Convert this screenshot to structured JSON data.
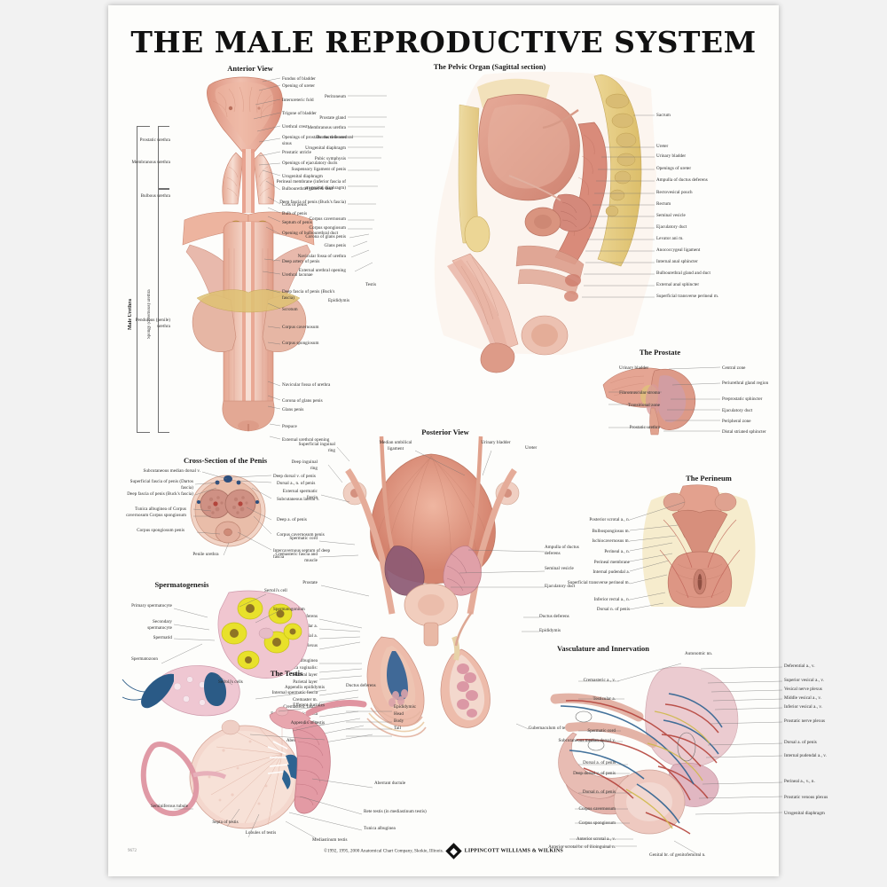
{
  "poster": {
    "title": "THE MALE REPRODUCTIVE SYSTEM",
    "footer_copyright": "©1992, 1995, 2000 Anatomical Chart Company, Skokie, Illinois.",
    "footer_publisher": "LIPPINCOTT WILLIAMS & WILKINS",
    "catalog_code": "9672"
  },
  "panels": {
    "anterior_view": {
      "title": "Anterior View",
      "right_labels": [
        "Fundus of bladder",
        "Opening of ureter",
        "Interureteric fold",
        "Trigone of bladder",
        "Urethral crest",
        "Openings of prostatic ducts in urethral sinus",
        "Prostatic utricle",
        "Openings of ejaculatory ducts",
        "Urogenital diaphragm",
        "Bulbourethral gland & duct",
        "Crus of penis",
        "Bulb of penis",
        "Septum of penis",
        "Opening of bulbourethral duct",
        "Deep artery of penis",
        "Urethral lacunae",
        "Deep fascia of penis (Buck's fascia)",
        "Scrotum",
        "Corpus cavernosum",
        "Corpus spongiosum",
        "Navicular fossa of urethra",
        "Corona of glans penis",
        "Glans penis",
        "Prepuce",
        "External urethral opening"
      ],
      "bracket_main": "Male Urethra",
      "left_labels": [
        "Prostatic urethra",
        "Membranous urethra",
        "Bulbous urethra",
        "Spongy (cavernous) urethra",
        "Pendulous (penile) urethra"
      ]
    },
    "pelvic_organ": {
      "title": "The Pelvic Organ (Sagittal section)",
      "left_labels": [
        "Peritoneum",
        "Prostate gland",
        "Membranous urethra",
        "Ductus deferens",
        "Urogenital diaphragm",
        "Pubic symphysis",
        "Suspensory ligament of penis",
        "Perineal membrane (inferior fascia of urogenital diaphragm)",
        "Deep fascia of penis (Buck's fascia)",
        "Corpus cavernosum",
        "Corpus spongiosum",
        "Corona of glans penis",
        "Glans penis",
        "Navicular fossa of urethra",
        "External urethral opening"
      ],
      "right_labels": [
        "Sacrum",
        "Ureter",
        "Urinary bladder",
        "Openings of ureter",
        "Ampulla of ductus deferens",
        "Rectovesical pouch",
        "Rectum",
        "Seminal vesicle",
        "Ejaculatory duct",
        "Levator ani m.",
        "Anococcygeal ligament",
        "Internal anal sphincter",
        "Bulbourethral gland and duct",
        "External anal sphincter",
        "Superficial transverse perineal m."
      ],
      "inline_labels": [
        "Testis",
        "Epididymis"
      ]
    },
    "prostate": {
      "title": "The Prostate",
      "left_labels": [
        "Fibromuscular stroma",
        "Transitional zone",
        "Prostatic urethra"
      ],
      "inline_labels": [
        "Urinary bladder"
      ],
      "right_labels": [
        "Central zone",
        "Periurethral gland region",
        "Preprostatic sphincter",
        "Ejaculatory duct",
        "Peripheral zone",
        "Distal striated sphincter"
      ]
    },
    "cross_section": {
      "title": "Cross-Section of the Penis",
      "left_labels": [
        "Subcutaneous median dorsal v.",
        "Superficial fascia of penis (Dartos fascia)",
        "Deep fascia of penis (Buck's fascia)",
        "Tunica albuginea of Corpus cavernosum Corpus spongiosum",
        "Corpus spongiosum penis",
        "Penile urethra"
      ],
      "right_labels": [
        "Deep dorsal v. of penis",
        "Dorsal a., n. of penis",
        "Subcutaneous lateral v.",
        "Deep a. of penis",
        "Corpus cavernosum penis",
        "Intercavernous septum of deep fascia"
      ]
    },
    "posterior_view": {
      "title": "Posterior View",
      "top_labels": [
        "Median umbilical ligament",
        "Urinary bladder",
        "Ureter",
        "Superficial inguinal ring"
      ],
      "left_labels": [
        "Deep inguinal ring",
        "External spermatic fascia",
        "Spermatic cord",
        "Cremasteric fascia and muscle",
        "Prostate",
        "Ductus deferens",
        "Testicular a.",
        "Deferential a.",
        "Pampiniform plexus",
        "Tunica albuginea",
        "Tunica vaginalis:",
        "Visceral layer",
        "Parietal layer",
        "Internal spermatic fascia",
        "Cremaster m.",
        "Cremasteric fascia",
        "External spermatic fascia",
        "Dartos fascia",
        "Skin",
        "Aberrant ductule"
      ],
      "right_labels": [
        "Ampulla of ductus deferens",
        "Seminal vesicle",
        "Ejaculatory duct",
        "Ductus deferens",
        "Epididymis",
        "Gubernaculum of testis"
      ]
    },
    "perineum": {
      "title": "The Perineum",
      "left_labels": [
        "Posterior scrotal a., n.",
        "Bulbospongiosus m.",
        "Ischiocavernosus m.",
        "Perineal a., n.",
        "Perineal membrane",
        "Internal pudendal a.",
        "Superficial transverse perineal m.",
        "Inferior rectal a., n.",
        "Dorsal n. of penis"
      ]
    },
    "spermatogenesis": {
      "title": "Spermatogenesis",
      "left_labels": [
        "Primary spermatocyte",
        "Secondary spermatocyte",
        "Spermatid",
        "Spermatozoon"
      ],
      "right_labels": [
        "Sertoli's cell",
        "Spermatogonium",
        "Sertoli's cells"
      ]
    },
    "testis": {
      "title": "The Testis",
      "left_labels": [
        "Appendix epididymis",
        "Efferent ductules",
        "Appendix of testis",
        "Seminiferous tubule",
        "Septa of testis",
        "Lobules of testis"
      ],
      "top_labels": [
        "Ductus deferens"
      ],
      "right_labels": [
        "Epididymis:",
        "Head",
        "Body",
        "Tail",
        "Aberrant ductule",
        "Rete testis (in mediastinum testis)",
        "Tunica albuginea",
        "Mediastinum testis"
      ]
    },
    "vasculature": {
      "title": "Vasculature and Innervation",
      "top_labels": [
        "Autonomic nn."
      ],
      "left_labels": [
        "Cremasteric a., v.",
        "Testicular a.",
        "Spermatic cord",
        "Subcutaneous median dorsal v.",
        "Dorsal a. of penis",
        "Deep dorsal v. of penis",
        "Dorsal n. of penis",
        "Corpus cavernosum",
        "Corpus spongiosum",
        "Anterior scrotal a., v.",
        "Anterior scrotal br. of ilioinguinal n.",
        "Genital br. of genitofemoral n."
      ],
      "right_labels": [
        "Deferential a., v.",
        "Superior vesical a., v.",
        "Vesical nerve plexus",
        "Middle vesical a., v.",
        "Inferior vesical a., v.",
        "Prostatic nerve plexus",
        "Dorsal a. of penis",
        "Internal pudendal a., v.",
        "Perineal a., v., n.",
        "Prostatic venous plexus",
        "Urogenital diaphragm"
      ]
    }
  },
  "colors": {
    "flesh": "#e8a48f",
    "flesh_light": "#f2cbbd",
    "flesh_deep": "#d2806c",
    "pink": "#edb5b6",
    "fat_yellow": "#e8d08a",
    "artery_red": "#b8443c",
    "vein_blue": "#3f6fa3",
    "nerve_yellow": "#d9c257",
    "paper": "#fdfdfb",
    "ink": "#1a1a1a"
  }
}
